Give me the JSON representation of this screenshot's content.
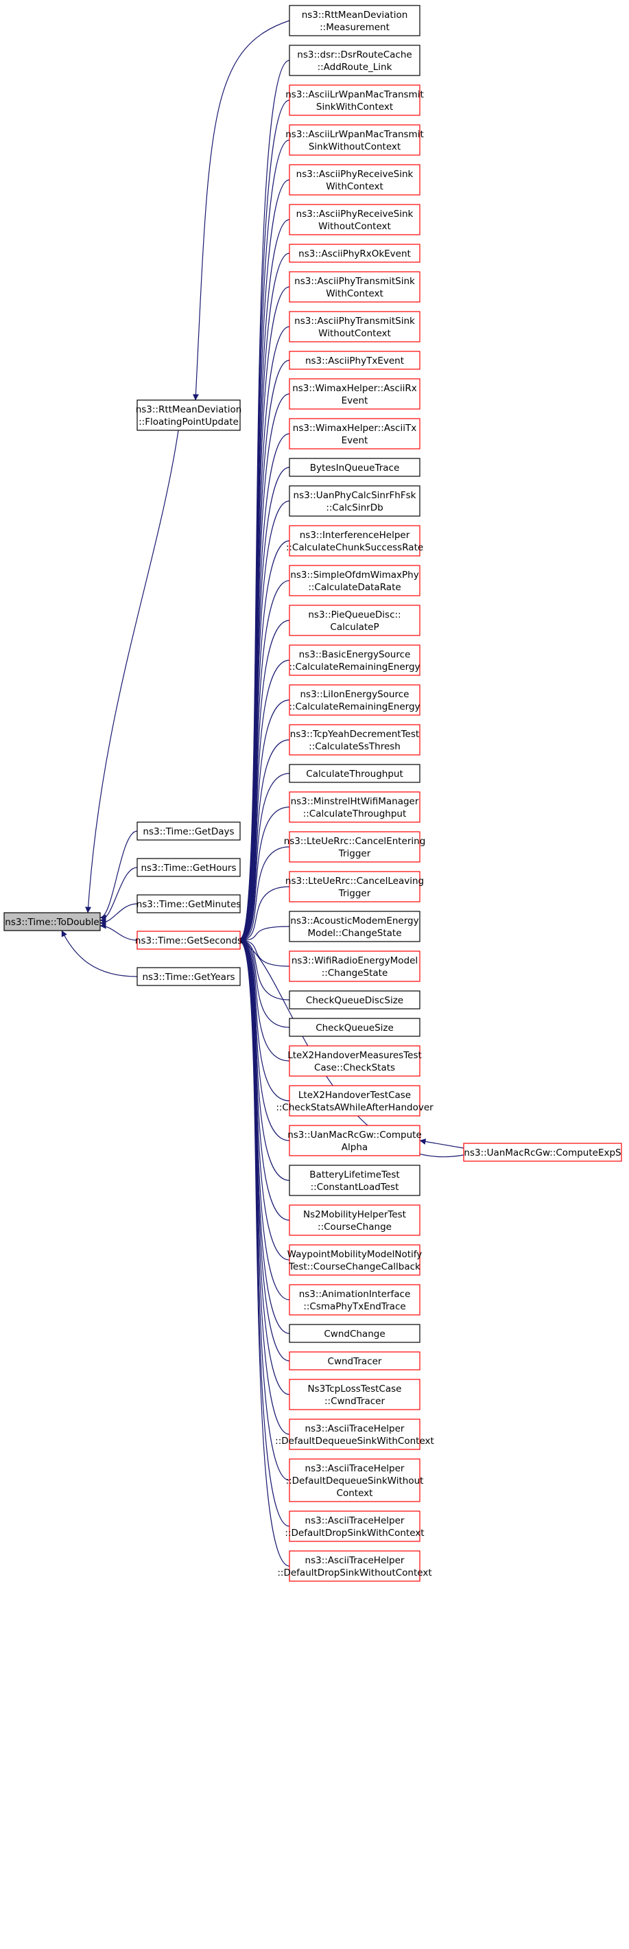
{
  "colors": {
    "edge": "#191970",
    "node_border_default": "#000000",
    "node_border_truncated": "#ff0000",
    "focus_fill": "#bfbfbf"
  },
  "focus": {
    "lines": [
      "ns3::Time::ToDouble"
    ]
  },
  "middle": [
    {
      "lines": [
        "ns3::RttMeanDeviation",
        "::FloatingPointUpdate"
      ],
      "border": "black"
    },
    {
      "lines": [
        "ns3::Time::GetDays"
      ],
      "border": "black"
    },
    {
      "lines": [
        "ns3::Time::GetHours"
      ],
      "border": "black"
    },
    {
      "lines": [
        "ns3::Time::GetMinutes"
      ],
      "border": "black"
    },
    {
      "lines": [
        "ns3::Time::GetSeconds"
      ],
      "border": "red"
    },
    {
      "lines": [
        "ns3::Time::GetYears"
      ],
      "border": "black"
    }
  ],
  "callers": [
    {
      "lines": [
        "ns3::RttMeanDeviation",
        "::Measurement"
      ],
      "border": "black"
    },
    {
      "lines": [
        "ns3::dsr::DsrRouteCache",
        "::AddRoute_Link"
      ],
      "border": "black"
    },
    {
      "lines": [
        "ns3::AsciiLrWpanMacTransmit",
        "SinkWithContext"
      ],
      "border": "red"
    },
    {
      "lines": [
        "ns3::AsciiLrWpanMacTransmit",
        "SinkWithoutContext"
      ],
      "border": "red"
    },
    {
      "lines": [
        "ns3::AsciiPhyReceiveSink",
        "WithContext"
      ],
      "border": "red"
    },
    {
      "lines": [
        "ns3::AsciiPhyReceiveSink",
        "WithoutContext"
      ],
      "border": "red"
    },
    {
      "lines": [
        "ns3::AsciiPhyRxOkEvent"
      ],
      "border": "red"
    },
    {
      "lines": [
        "ns3::AsciiPhyTransmitSink",
        "WithContext"
      ],
      "border": "red"
    },
    {
      "lines": [
        "ns3::AsciiPhyTransmitSink",
        "WithoutContext"
      ],
      "border": "red"
    },
    {
      "lines": [
        "ns3::AsciiPhyTxEvent"
      ],
      "border": "red"
    },
    {
      "lines": [
        "ns3::WimaxHelper::AsciiRx",
        "Event"
      ],
      "border": "red"
    },
    {
      "lines": [
        "ns3::WimaxHelper::AsciiTx",
        "Event"
      ],
      "border": "red"
    },
    {
      "lines": [
        "BytesInQueueTrace"
      ],
      "border": "black"
    },
    {
      "lines": [
        "ns3::UanPhyCalcSinrFhFsk",
        "::CalcSinrDb"
      ],
      "border": "black"
    },
    {
      "lines": [
        "ns3::InterferenceHelper",
        "::CalculateChunkSuccessRate"
      ],
      "border": "red"
    },
    {
      "lines": [
        "ns3::SimpleOfdmWimaxPhy",
        "::CalculateDataRate"
      ],
      "border": "red"
    },
    {
      "lines": [
        "ns3::PieQueueDisc::",
        "CalculateP"
      ],
      "border": "red"
    },
    {
      "lines": [
        "ns3::BasicEnergySource",
        "::CalculateRemainingEnergy"
      ],
      "border": "red"
    },
    {
      "lines": [
        "ns3::LiIonEnergySource",
        "::CalculateRemainingEnergy"
      ],
      "border": "red"
    },
    {
      "lines": [
        "ns3::TcpYeahDecrementTest",
        "::CalculateSsThresh"
      ],
      "border": "red"
    },
    {
      "lines": [
        "CalculateThroughput"
      ],
      "border": "black"
    },
    {
      "lines": [
        "ns3::MinstrelHtWifiManager",
        "::CalculateThroughput"
      ],
      "border": "red"
    },
    {
      "lines": [
        "ns3::LteUeRrc::CancelEntering",
        "Trigger"
      ],
      "border": "red"
    },
    {
      "lines": [
        "ns3::LteUeRrc::CancelLeaving",
        "Trigger"
      ],
      "border": "red"
    },
    {
      "lines": [
        "ns3::AcousticModemEnergy",
        "Model::ChangeState"
      ],
      "border": "black"
    },
    {
      "lines": [
        "ns3::WifiRadioEnergyModel",
        "::ChangeState"
      ],
      "border": "red"
    },
    {
      "lines": [
        "CheckQueueDiscSize"
      ],
      "border": "black"
    },
    {
      "lines": [
        "CheckQueueSize"
      ],
      "border": "black"
    },
    {
      "lines": [
        "LteX2HandoverMeasuresTest",
        "Case::CheckStats"
      ],
      "border": "red"
    },
    {
      "lines": [
        "LteX2HandoverTestCase",
        "::CheckStatsAWhileAfterHandover"
      ],
      "border": "red"
    },
    {
      "lines": [
        "ns3::UanMacRcGw::Compute",
        "Alpha"
      ],
      "border": "red"
    },
    {
      "lines": [
        "BatteryLifetimeTest",
        "::ConstantLoadTest"
      ],
      "border": "black"
    },
    {
      "lines": [
        "Ns2MobilityHelperTest",
        "::CourseChange"
      ],
      "border": "red"
    },
    {
      "lines": [
        "WaypointMobilityModelNotify",
        "Test::CourseChangeCallback"
      ],
      "border": "red"
    },
    {
      "lines": [
        "ns3::AnimationInterface",
        "::CsmaPhyTxEndTrace"
      ],
      "border": "red"
    },
    {
      "lines": [
        "CwndChange"
      ],
      "border": "black"
    },
    {
      "lines": [
        "CwndTracer"
      ],
      "border": "red"
    },
    {
      "lines": [
        "Ns3TcpLossTestCase",
        "::CwndTracer"
      ],
      "border": "red"
    },
    {
      "lines": [
        "ns3::AsciiTraceHelper",
        "::DefaultDequeueSinkWithContext"
      ],
      "border": "red"
    },
    {
      "lines": [
        "ns3::AsciiTraceHelper",
        "::DefaultDequeueSinkWithout",
        "Context"
      ],
      "border": "red"
    },
    {
      "lines": [
        "ns3::AsciiTraceHelper",
        "::DefaultDropSinkWithContext"
      ],
      "border": "red"
    },
    {
      "lines": [
        "ns3::AsciiTraceHelper",
        "::DefaultDropSinkWithoutContext"
      ],
      "border": "red"
    }
  ],
  "extra": {
    "lines": [
      "ns3::UanMacRcGw::ComputeExpS"
    ],
    "border": "red"
  }
}
